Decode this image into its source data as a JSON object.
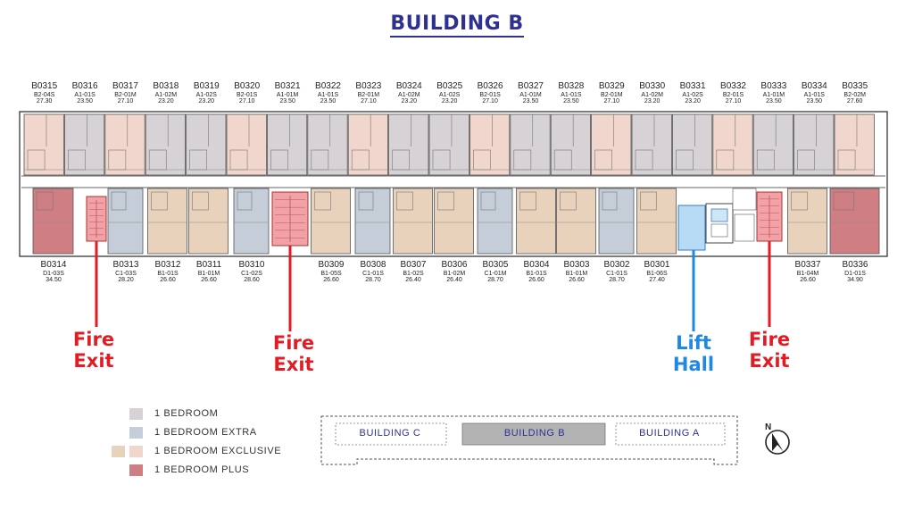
{
  "title": "BUILDING B",
  "colors": {
    "one_bedroom": "#d7d2d6",
    "one_bedroom_extra": "#c4cdd8",
    "one_bedroom_exclusive": "#e8d2bc",
    "one_bedroom_exclusive_alt": "#f0d6cc",
    "one_bedroom_plus": "#cf7f84",
    "fire_exit": "#f2a1a7",
    "lift_hall": "#b7dbf5",
    "callout_red": "#e31b23",
    "callout_blue": "#1e88e5",
    "title": "#2e3192"
  },
  "top_units": [
    {
      "code": "B0315",
      "type": "B2-04S",
      "area": "27.30",
      "cat": "exclusive_alt"
    },
    {
      "code": "B0316",
      "type": "A1-01S",
      "area": "23.50",
      "cat": "bedroom"
    },
    {
      "code": "B0317",
      "type": "B2-01M",
      "area": "27.10",
      "cat": "exclusive_alt"
    },
    {
      "code": "B0318",
      "type": "A1-02M",
      "area": "23.20",
      "cat": "bedroom"
    },
    {
      "code": "B0319",
      "type": "A1-02S",
      "area": "23.20",
      "cat": "bedroom"
    },
    {
      "code": "B0320",
      "type": "B2-01S",
      "area": "27.10",
      "cat": "exclusive_alt"
    },
    {
      "code": "B0321",
      "type": "A1-01M",
      "area": "23.50",
      "cat": "bedroom"
    },
    {
      "code": "B0322",
      "type": "A1-01S",
      "area": "23.50",
      "cat": "bedroom"
    },
    {
      "code": "B0323",
      "type": "B2-01M",
      "area": "27.10",
      "cat": "exclusive_alt"
    },
    {
      "code": "B0324",
      "type": "A1-02M",
      "area": "23.20",
      "cat": "bedroom"
    },
    {
      "code": "B0325",
      "type": "A1-02S",
      "area": "23.20",
      "cat": "bedroom"
    },
    {
      "code": "B0326",
      "type": "B2-01S",
      "area": "27.10",
      "cat": "exclusive_alt"
    },
    {
      "code": "B0327",
      "type": "A1-01M",
      "area": "23.50",
      "cat": "bedroom"
    },
    {
      "code": "B0328",
      "type": "A1-01S",
      "area": "23.50",
      "cat": "bedroom"
    },
    {
      "code": "B0329",
      "type": "B2-01M",
      "area": "27.10",
      "cat": "exclusive_alt"
    },
    {
      "code": "B0330",
      "type": "A1-02M",
      "area": "23.20",
      "cat": "bedroom"
    },
    {
      "code": "B0331",
      "type": "A1-02S",
      "area": "23.20",
      "cat": "bedroom"
    },
    {
      "code": "B0332",
      "type": "B2-01S",
      "area": "27.10",
      "cat": "exclusive_alt"
    },
    {
      "code": "B0333",
      "type": "A1-01M",
      "area": "23.50",
      "cat": "bedroom"
    },
    {
      "code": "B0334",
      "type": "A1-01S",
      "area": "23.50",
      "cat": "bedroom"
    },
    {
      "code": "B0335",
      "type": "B2-02M",
      "area": "27.60",
      "cat": "exclusive_alt"
    }
  ],
  "bottom_units": [
    {
      "code": "B0314",
      "type": "D1-03S",
      "area": "34.50",
      "cat": "plus"
    },
    {
      "code": "B0313",
      "type": "C1-03S",
      "area": "28.20",
      "cat": "extra"
    },
    {
      "code": "B0312",
      "type": "B1-01S",
      "area": "26.60",
      "cat": "exclusive"
    },
    {
      "code": "B0311",
      "type": "B1-01M",
      "area": "26.60",
      "cat": "exclusive"
    },
    {
      "code": "B0310",
      "type": "C1-02S",
      "area": "28.60",
      "cat": "extra"
    },
    {
      "code": "B0309",
      "type": "B1-05S",
      "area": "26.60",
      "cat": "exclusive"
    },
    {
      "code": "B0308",
      "type": "C1-01S",
      "area": "28.70",
      "cat": "extra"
    },
    {
      "code": "B0307",
      "type": "B1-02S",
      "area": "26.40",
      "cat": "exclusive"
    },
    {
      "code": "B0306",
      "type": "B1-02M",
      "area": "26.40",
      "cat": "exclusive"
    },
    {
      "code": "B0305",
      "type": "C1-01M",
      "area": "28.70",
      "cat": "extra"
    },
    {
      "code": "B0304",
      "type": "B1-01S",
      "area": "26.60",
      "cat": "exclusive"
    },
    {
      "code": "B0303",
      "type": "B1-01M",
      "area": "26.60",
      "cat": "exclusive"
    },
    {
      "code": "B0302",
      "type": "C1-01S",
      "area": "28.70",
      "cat": "extra"
    },
    {
      "code": "B0301",
      "type": "B1-06S",
      "area": "27.40",
      "cat": "exclusive"
    },
    {
      "code": "B0337",
      "type": "B1-04M",
      "area": "26.60",
      "cat": "exclusive"
    },
    {
      "code": "B0336",
      "type": "D1-01S",
      "area": "34.90",
      "cat": "plus"
    }
  ],
  "callouts": {
    "fire_exit_1": [
      "Fire",
      "Exit"
    ],
    "fire_exit_2": [
      "Fire",
      "Exit"
    ],
    "lift_hall": [
      "Lift",
      "Hall"
    ],
    "fire_exit_3": [
      "Fire",
      "Exit"
    ]
  },
  "legend": [
    {
      "label": "1 BEDROOM",
      "color": "#d7d2d6"
    },
    {
      "label": "1 BEDROOM EXTRA",
      "color": "#c4cdd8"
    },
    {
      "label": "1 BEDROOM EXCLUSIVE",
      "color": "#e8d2bc",
      "color2": "#f0d6cc"
    },
    {
      "label": "1 BEDROOM PLUS",
      "color": "#cf7f84"
    }
  ],
  "key_plan": {
    "building_c": "BUILDING C",
    "building_b": "BUILDING B",
    "building_a": "BUILDING A"
  },
  "compass": {
    "letter": "N",
    "icon": "north-arrow-icon"
  }
}
